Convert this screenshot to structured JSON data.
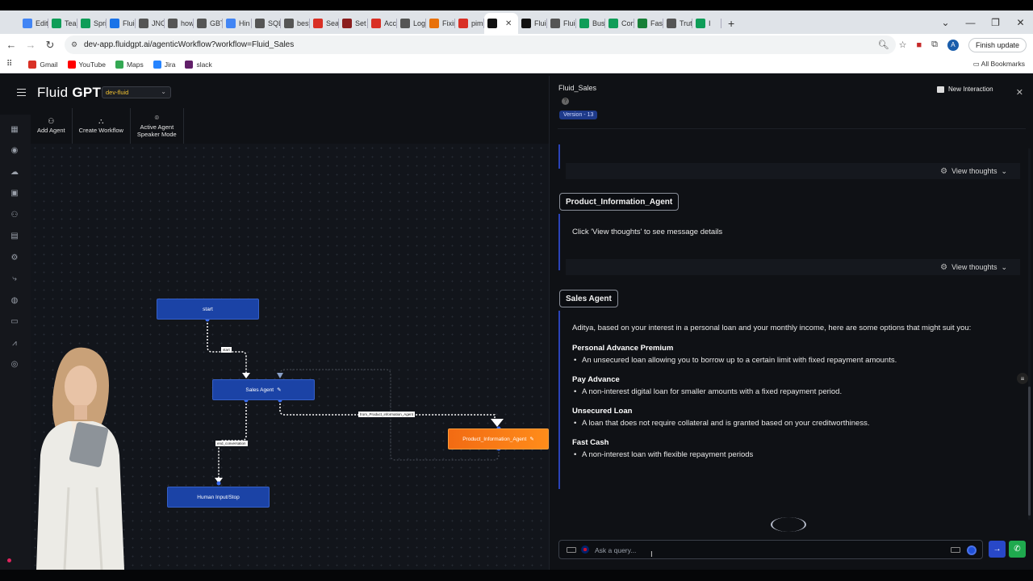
{
  "browser": {
    "tabs": [
      {
        "label": "Edit",
        "icon": "doc-icon",
        "color": "#4285f4"
      },
      {
        "label": "Tear",
        "icon": "sheets-icon",
        "color": "#0f9d58"
      },
      {
        "label": "Spri",
        "icon": "sheets-icon",
        "color": "#0f9d58"
      },
      {
        "label": "Fluid",
        "icon": "doc-icon",
        "color": "#1a73e8"
      },
      {
        "label": "JNC",
        "icon": "globe-icon",
        "color": "#555555"
      },
      {
        "label": "how",
        "icon": "google-icon",
        "color": "#555555"
      },
      {
        "label": "GBT",
        "icon": "globe-icon",
        "color": "#555555"
      },
      {
        "label": "Hin",
        "icon": "doc-icon",
        "color": "#4285f4"
      },
      {
        "label": "SQL",
        "icon": "globe-icon",
        "color": "#555555"
      },
      {
        "label": "best",
        "icon": "google-icon",
        "color": "#555555"
      },
      {
        "label": "Sea",
        "icon": "gmail-icon",
        "color": "#d93025"
      },
      {
        "label": "Set",
        "icon": "app-icon",
        "color": "#8b1e1e"
      },
      {
        "label": "Acc",
        "icon": "gmail-icon",
        "color": "#d93025"
      },
      {
        "label": "Log",
        "icon": "globe-icon",
        "color": "#555555"
      },
      {
        "label": "Fixir",
        "icon": "asterisk-icon",
        "color": "#e8710a"
      },
      {
        "label": "pim",
        "icon": "warning-icon",
        "color": "#d93025"
      },
      {
        "label": "",
        "icon": "fluid-icon",
        "color": "#111111",
        "active": true
      },
      {
        "label": "Fluid",
        "icon": "fluid-icon",
        "color": "#111111"
      },
      {
        "label": "Fluid",
        "icon": "ai-icon",
        "color": "#555555"
      },
      {
        "label": "Busi",
        "icon": "sheets-icon",
        "color": "#0f9d58"
      },
      {
        "label": "Con",
        "icon": "sheets-icon",
        "color": "#0f9d58"
      },
      {
        "label": "Fast",
        "icon": "edit-icon",
        "color": "#188038"
      },
      {
        "label": "Trut",
        "icon": "image-icon",
        "color": "#555555"
      },
      {
        "label": "I",
        "icon": "drive-icon",
        "color": "#0f9d58"
      }
    ],
    "url": "dev-app.fluidgpt.ai/agenticWorkflow?workflow=Fluid_Sales",
    "finish_update": "Finish update",
    "profile_initial": "A",
    "bookmarks": [
      {
        "label": "Gmail",
        "color": "#d93025"
      },
      {
        "label": "YouTube",
        "color": "#ff0000"
      },
      {
        "label": "Maps",
        "color": "#34a853"
      },
      {
        "label": "Jira",
        "color": "#2684ff"
      },
      {
        "label": "slack",
        "color": "#611f69"
      }
    ],
    "all_bookmarks": "All Bookmarks"
  },
  "app": {
    "brand_light": "Fluid",
    "brand_bold": "GPT",
    "environment": "dev-fluid",
    "toolbar": [
      {
        "label": "Add Agent",
        "icon": "person-add-icon"
      },
      {
        "label": "Create Workflow",
        "icon": "workflow-icon"
      },
      {
        "label": "Active Agent\nSpeaker Mode",
        "icon": "speaker-mode-icon"
      }
    ],
    "nav_icons": [
      "grid-icon",
      "chat-icon",
      "cloud-icon",
      "robot-icon",
      "users-gear-icon",
      "briefcase-icon",
      "gear-icon",
      "flow-icon",
      "database-icon",
      "message-icon",
      "analytics-icon",
      "radar-icon"
    ]
  },
  "workflow": {
    "nodes": {
      "start": "start",
      "sales": "Sales Agent",
      "product": "Product_Information_Agent",
      "human": "Human Input/Stop"
    },
    "edges": {
      "start_to_sales": "start",
      "sales_to_product": "from_Product_information_Agent",
      "sales_to_human": "end_conversation"
    }
  },
  "panel": {
    "workflow_name": "Fluid_Sales",
    "version": "Version - 13",
    "new_interaction": "New Interaction",
    "view_thoughts": "View thoughts",
    "messages": {
      "product_agent": "Product_Information_Agent",
      "product_text": "Click 'View thoughts' to see message details",
      "sales_agent": "Sales Agent",
      "sales_intro": "Aditya, based on your interest in a personal loan and your monthly income, here are some options that might suit you:",
      "options": [
        {
          "title": "Personal Advance Premium",
          "desc": "An unsecured loan allowing you to borrow up to a certain limit with fixed repayment amounts."
        },
        {
          "title": "Pay Advance",
          "desc": "A non-interest digital loan for smaller amounts with a fixed repayment period."
        },
        {
          "title": "Unsecured Loan",
          "desc": "A loan that does not require collateral and is granted based on your creditworthiness."
        },
        {
          "title": "Fast Cash",
          "desc": "A non-interest loan with flexible repayment periods"
        }
      ]
    },
    "query_placeholder": "Ask a query..."
  }
}
